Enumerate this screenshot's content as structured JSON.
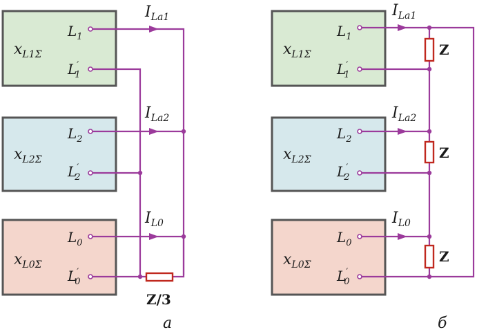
{
  "colors": {
    "wire": "#9b3a9b",
    "box_positive": "#d9ead3",
    "box_negative": "#d6e8ec",
    "box_zero": "#f4d6cc",
    "resistor": "#c0281e",
    "box_border": "#555555"
  },
  "sequence_labels": {
    "x1_main": "x",
    "x1_sub": "L1Σ",
    "x2_main": "x",
    "x2_sub": "L2Σ",
    "x0_main": "x",
    "x0_sub": "L0Σ"
  },
  "terminals": {
    "l1": "L",
    "l1_sub": "1",
    "l1p": "L",
    "l1p_sub": "1",
    "l1p_prime": "′",
    "l2": "L",
    "l2_sub": "2",
    "l2p": "L",
    "l2p_sub": "2",
    "l2p_prime": "′",
    "l0": "L",
    "l0_sub": "0",
    "l0p": "L",
    "l0p_sub": "0",
    "l0p_prime": "′"
  },
  "currents": {
    "i1_main": "I",
    "i1_sub": "La1",
    "i2_main": "I",
    "i2_sub": "La2",
    "i0_main": "I",
    "i0_sub": "L0"
  },
  "impedance": {
    "z_third": "Z/3",
    "z": "Z"
  },
  "panel_labels": {
    "left": "a",
    "right": "б"
  }
}
